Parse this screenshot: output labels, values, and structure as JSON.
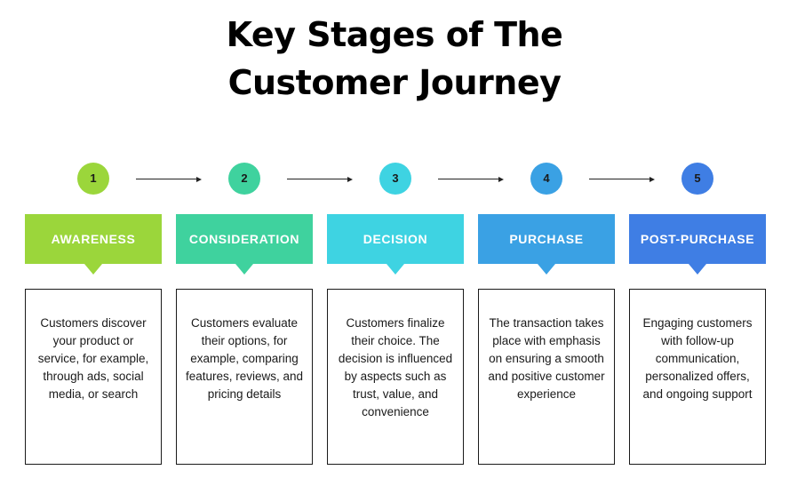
{
  "title": {
    "line1": "Key Stages of The",
    "line2": "Customer Journey"
  },
  "stages": [
    {
      "number": "1",
      "label": "AWARENESS",
      "color": "#9bd63b",
      "description": "Customers discover your product or service, for example, through ads, social media, or search"
    },
    {
      "number": "2",
      "label": "CONSIDERATION",
      "color": "#3fd29e",
      "description": "Customers evaluate their options, for example, comparing features, reviews, and pricing details"
    },
    {
      "number": "3",
      "label": "DECISION",
      "color": "#3ed3e2",
      "description": "Customers finalize their choice. The decision is influenced by aspects such as trust, value, and convenience"
    },
    {
      "number": "4",
      "label": "PURCHASE",
      "color": "#3aa1e4",
      "description": "The transaction takes place with emphasis on ensuring a smooth and positive customer experience"
    },
    {
      "number": "5",
      "label": "POST-PURCHASE",
      "color": "#3f7ee4",
      "description": "Engaging customers with follow-up communication, personalized offers, and ongoing support"
    }
  ]
}
